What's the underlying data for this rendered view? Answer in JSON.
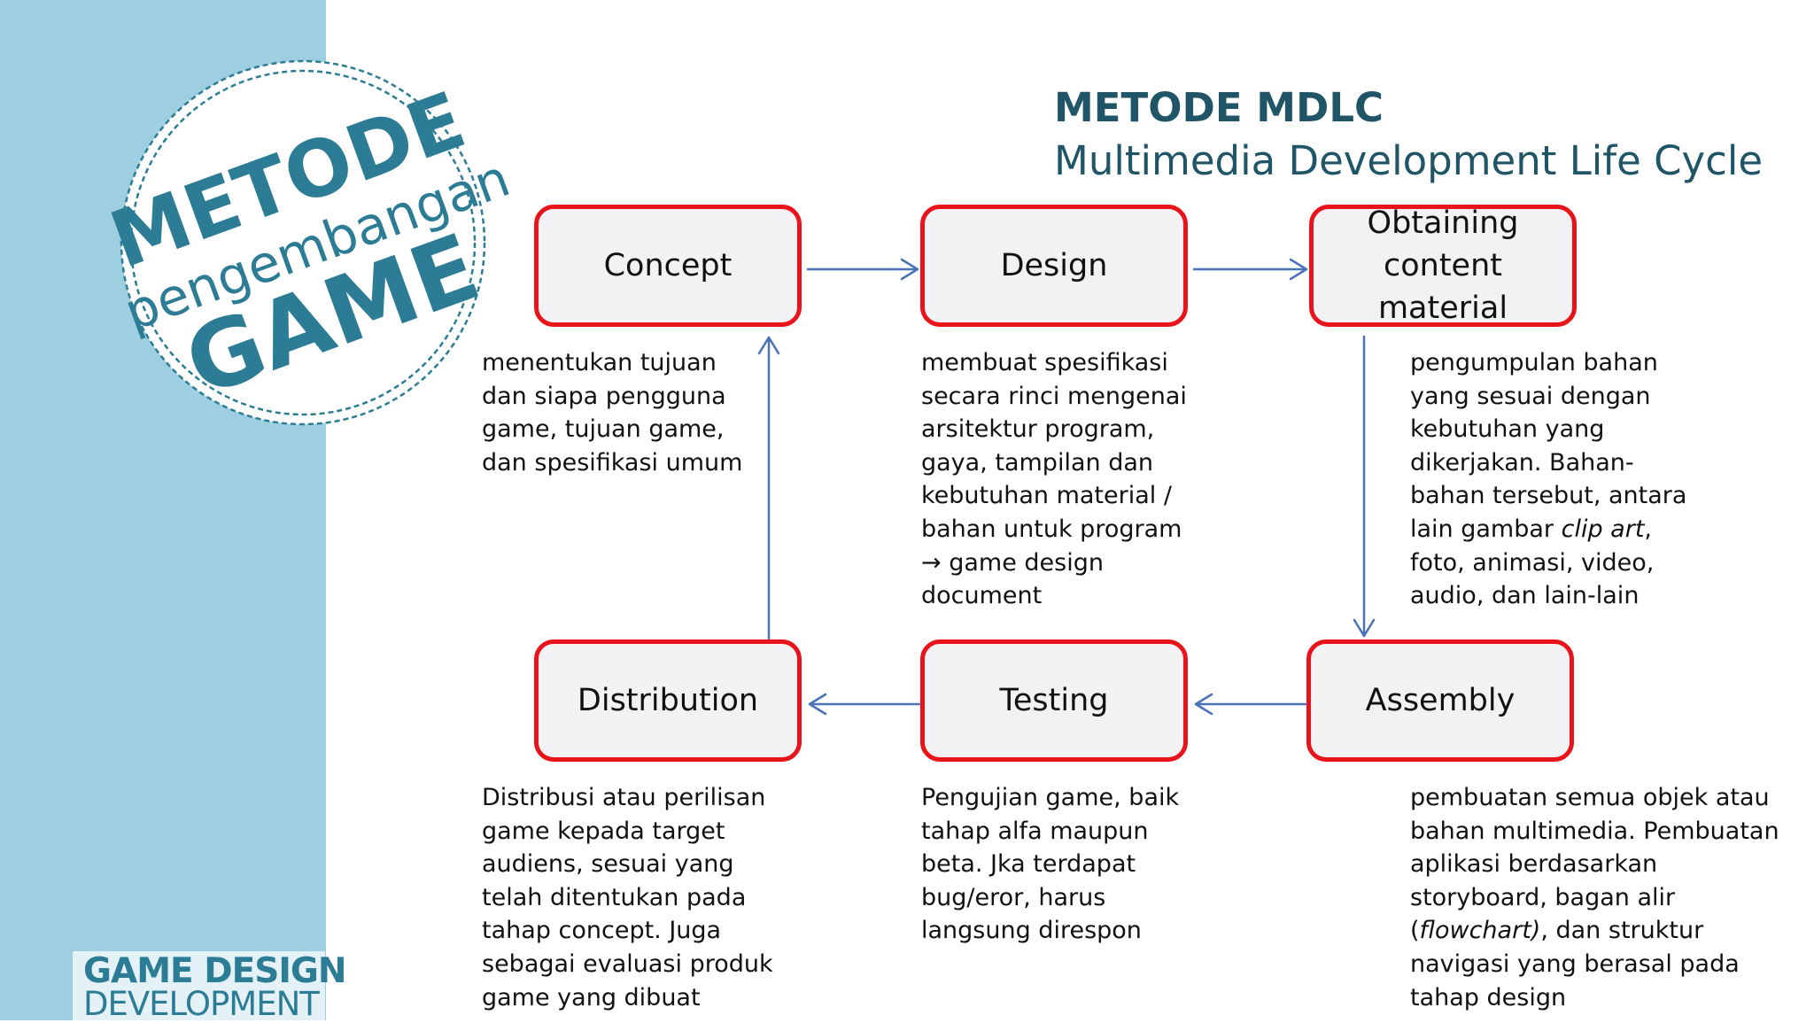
{
  "sidebar": {
    "stamp": {
      "line1": "METODE",
      "line2": "pengembangan",
      "line3": "GAME"
    },
    "footer_brand": {
      "line1": "GAME DESIGN",
      "line2": "DEVELOPMENT"
    }
  },
  "header": {
    "title": "METODE MDLC",
    "subtitle": "Multimedia Development Life Cycle"
  },
  "stages": {
    "concept": {
      "label": "Concept",
      "desc": "menentukan tujuan\ndan siapa pengguna\ngame, tujuan game,\ndan spesifikasi umum"
    },
    "design": {
      "label": "Design",
      "desc": "membuat spesifikasi\nsecara rinci mengenai\narsitektur program,\ngaya, tampilan dan\nkebutuhan material /\nbahan untuk program\n→ game design\ndocument"
    },
    "obtaining": {
      "label": "Obtaining\ncontent\nmaterial",
      "desc_before": "pengumpulan bahan\nyang sesuai dengan\nkebutuhan yang\ndikerjakan. Bahan-\nbahan tersebut, antara\nlain gambar ",
      "desc_em": "clip art",
      "desc_after": ",\nfoto, animasi, video,\naudio, dan lain-lain"
    },
    "assembly": {
      "label": "Assembly",
      "desc_before": "pembuatan semua objek atau\nbahan multimedia. Pembuatan\naplikasi berdasarkan\nstoryboard, bagan alir\n(",
      "desc_em": "flowchart)",
      "desc_after": ", dan struktur\nnavigasi yang berasal pada\ntahap design"
    },
    "testing": {
      "label": "Testing",
      "desc": "Pengujian game, baik\ntahap alfa maupun\nbeta. Jka terdapat\nbug/eror, harus\nlangsung direspon"
    },
    "distribution": {
      "label": "Distribution",
      "desc": "Distribusi atau perilisan\ngame kepada target\naudiens, sesuai yang\ntelah ditentukan pada\ntahap concept. Juga\nsebagai evaluasi produk\ngame yang dibuat"
    }
  },
  "colors": {
    "sidebar": "#9dcfe0",
    "stamp": "#2c7c96",
    "box_border": "#e8131b",
    "box_fill": "#f2f1f4",
    "arrow": "#4a73b5",
    "title": "#1f5566"
  }
}
